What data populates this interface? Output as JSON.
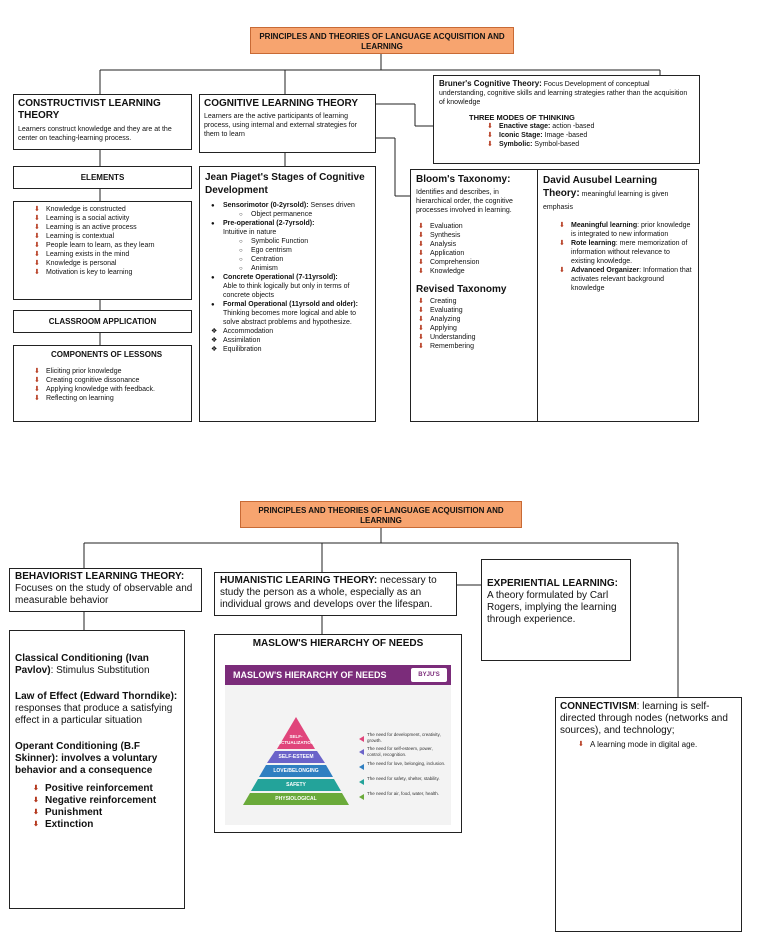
{
  "page1": {
    "title": "PRINCIPLES AND THEORIES OF LANGUAGE ACQUISITION AND LEARNING",
    "constructivist": {
      "heading": "CONSTRUCTIVIST LEARNING THEORY",
      "text": "Learners construct knowledge and they are at the center on teaching-learning process."
    },
    "elements": {
      "heading": "ELEMENTS",
      "items": [
        "Knowledge is constructed",
        "Learning is a social activity",
        "Learning is an active process",
        "Learning is contextual",
        "People learn to learn, as they learn",
        "Learning exists in the mind",
        "Knowledge is personal",
        "Motivation is key to learning"
      ]
    },
    "classroom": {
      "heading": "CLASSROOM APPLICATION"
    },
    "components": {
      "heading": "COMPONENTS OF LESSONS",
      "items": [
        "Eliciting prior knowledge",
        "Creating cognitive dissonance",
        "Applying knowledge with feedback.",
        "Reflecting on learning"
      ]
    },
    "cognitive": {
      "heading": "COGNITIVE LEARNING THEORY",
      "text": "Learners are the active participants of learning process, using internal and external strategies for them to learn"
    },
    "piaget": {
      "heading": "Jean Piaget's Stages of Cognitive Development",
      "s1_bold": "Sensorimotor (0-2yrsold):",
      "s1_text": " Senses driven",
      "s1_sub": [
        "Object permanence"
      ],
      "s2_bold": "Pre-operational (2-7yrsold):",
      "s2_text": "Intuitive in nature",
      "s2_sub": [
        "Symbolic Function",
        "Ego centrism",
        "Centration",
        "Animism"
      ],
      "s3_bold": "Concrete Operational (7-11yrsold):",
      "s3_text": "Able to think logically but only in terms of concrete objects",
      "s4_bold": "Formal Operational (11yrsold and older):",
      "s4_text": " Thinking becomes more logical and able to solve abstract problems and hypothesize.",
      "extras": [
        "Accommodation",
        "Assimilation",
        "Equilibration"
      ]
    },
    "bruner": {
      "heading": "Bruner's Cognitive Theory:",
      "text": " Focus Development of conceptual understanding, cognitive skills and learning strategies rather than the acquisition of knowledge",
      "modes_heading": "THREE MODES OF THINKING",
      "modes": [
        {
          "bold": "Enactive stage:",
          "text": " action -based"
        },
        {
          "bold": "Iconic Stage:",
          "text": " Image -based"
        },
        {
          "bold": "Symbolic:",
          "text": " Symbol-based"
        }
      ]
    },
    "bloom": {
      "heading": "Bloom's Taxonomy:",
      "text": "Identifies and describes, in hierarchical order, the cognitive processes involved in learning.",
      "items": [
        "Evaluation",
        "Synthesis",
        "Analysis",
        "Application",
        "Comprehension",
        "Knowledge"
      ],
      "revised_heading": "Revised Taxonomy",
      "revised_items": [
        "Creating",
        "Evaluating",
        "Analyzing",
        "Applying",
        "Understanding",
        "Remembering"
      ]
    },
    "ausubel": {
      "heading": "David Ausubel Learning Theory:",
      "text": " meaningful learning is given emphasis",
      "items": [
        {
          "bold": "Meaningful learning",
          "text": ": prior knowledge is integrated to new information"
        },
        {
          "bold": "Rote learning",
          "text": ": mere memorization of information without relevance to existing knowledge."
        },
        {
          "bold": "Advanced Organizer",
          "text": ": Information that activates relevant background knowledge"
        }
      ]
    }
  },
  "page2": {
    "title": "PRINCIPLES AND THEORIES OF LANGUAGE ACQUISITION AND LEARNING",
    "behaviorist": {
      "heading": "BEHAVIORIST LEARNING THEORY:",
      "text": "Focuses on the study of observable and measurable behavior"
    },
    "conditioning": {
      "classical_bold": "Classical Conditioning (Ivan Pavlov)",
      "classical_text": ": Stimulus Substitution",
      "effect_bold": "Law of Effect (Edward Thorndike):",
      "effect_text": " responses that produce a satisfying effect in a particular situation",
      "operant_bold": "Operant Conditioning (B.F Skinner):",
      "operant_text": " involves a voluntary behavior and a consequence",
      "items": [
        "Positive reinforcement",
        "Negative reinforcement",
        "Punishment",
        "Extinction"
      ]
    },
    "humanistic": {
      "heading": "HUMANISTIC LEARING THEORY:",
      "text": " necessary to study the person as a whole, especially as an individual grows and develops over the lifespan."
    },
    "maslow": {
      "heading": "MASLOW'S HIERARCHY OF NEEDS",
      "image_title": "MASLOW'S HIERARCHY OF NEEDS",
      "brand": "BYJU'S",
      "levels": [
        "SELF-ACTUALIZATION",
        "SELF-ESTEEM",
        "LOVE/BELONGING",
        "SAFETY",
        "PHYSIOLOGICAL"
      ],
      "needs": [
        "The need for development, creativity, growth.",
        "The need for self-esteem, power, control, recognition.",
        "The need for love, belonging, inclusion.",
        "The need for safety, shelter, stability.",
        "The need for air, food, water, health."
      ],
      "colors": [
        "#e0457b",
        "#6b63c9",
        "#2f7fc1",
        "#23a39a",
        "#6aaa3a"
      ]
    },
    "experiential": {
      "heading": "EXPERIENTIAL LEARNING:",
      "text": " A theory formulated by Carl Rogers, implying the learning through experience."
    },
    "connectivism": {
      "heading": "CONNECTIVISM",
      "text": ":  learning is self-directed through nodes (networks and sources), and technology;",
      "item": "A learning mode in digital age."
    }
  }
}
